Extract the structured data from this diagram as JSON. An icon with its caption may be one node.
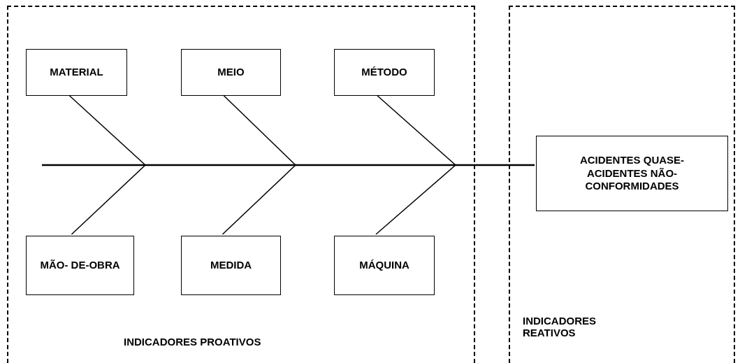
{
  "diagram": {
    "nodes": [
      {
        "text": [
          "INDICADORES PROATIVOS"
        ]
      },
      {
        "text": [
          "MATERIAL"
        ],
        "in": 0
      },
      {
        "text": [
          "MEIO"
        ],
        "in": 0
      },
      {
        "text": [
          "MÉTODO"
        ],
        "in": 0
      },
      {
        "text": [
          "MÃO- DE-OBRA"
        ],
        "in": 0
      },
      {
        "text": [
          "MEDIDA"
        ],
        "in": 0
      },
      {
        "text": [
          "MÁQUINA"
        ],
        "in": 0
      },
      {
        "text": [
          "INDICADORES REATIVOS"
        ]
      },
      {
        "text": [
          "ACIDENTES QUASE-ACIDENTES NÃO-CONFORMIDADES"
        ],
        "in": 7
      }
    ],
    "edges": [
      {
        "from": null,
        "to": 8,
        "arrow": "none"
      },
      {
        "from": 1,
        "to": 8,
        "arrow": "none"
      },
      {
        "from": 2,
        "to": 8,
        "arrow": "none"
      },
      {
        "from": 3,
        "to": 8,
        "arrow": "none"
      },
      {
        "from": 4,
        "to": 8,
        "arrow": "none"
      },
      {
        "from": 5,
        "to": 8,
        "arrow": "none"
      },
      {
        "from": 6,
        "to": 8,
        "arrow": "none"
      }
    ]
  }
}
